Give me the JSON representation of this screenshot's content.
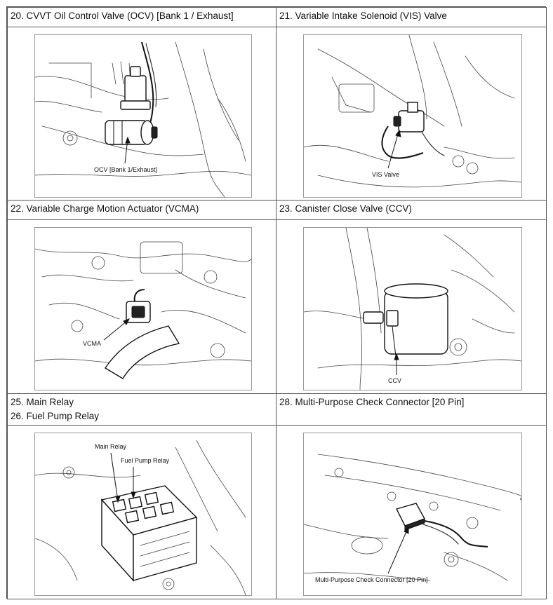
{
  "sections": [
    {
      "title": "20. CVVT Oil Control Valve (OCV) [Bank 1 / Exhaust]",
      "callouts": [
        "OCV [Bank 1/Exhaust]"
      ]
    },
    {
      "title": "21. Variable Intake Solenoid (VIS) Valve",
      "callouts": [
        "VIS Valve"
      ]
    },
    {
      "title": "22. Variable Charge Motion Actuator (VCMA)",
      "callouts": [
        "VCMA"
      ]
    },
    {
      "title": "23. Canister Close Valve (CCV)",
      "callouts": [
        "CCV"
      ]
    },
    {
      "title_lines": [
        "25. Main Relay",
        "26. Fuel Pump Relay"
      ],
      "callouts": [
        "Main Relay",
        "Fuel Pump Relay"
      ]
    },
    {
      "title": "28. Multi-Purpose Check Connector [20 Pin]",
      "callouts": [
        "Multi-Purpose Check Connector [20 Pin]"
      ]
    }
  ]
}
